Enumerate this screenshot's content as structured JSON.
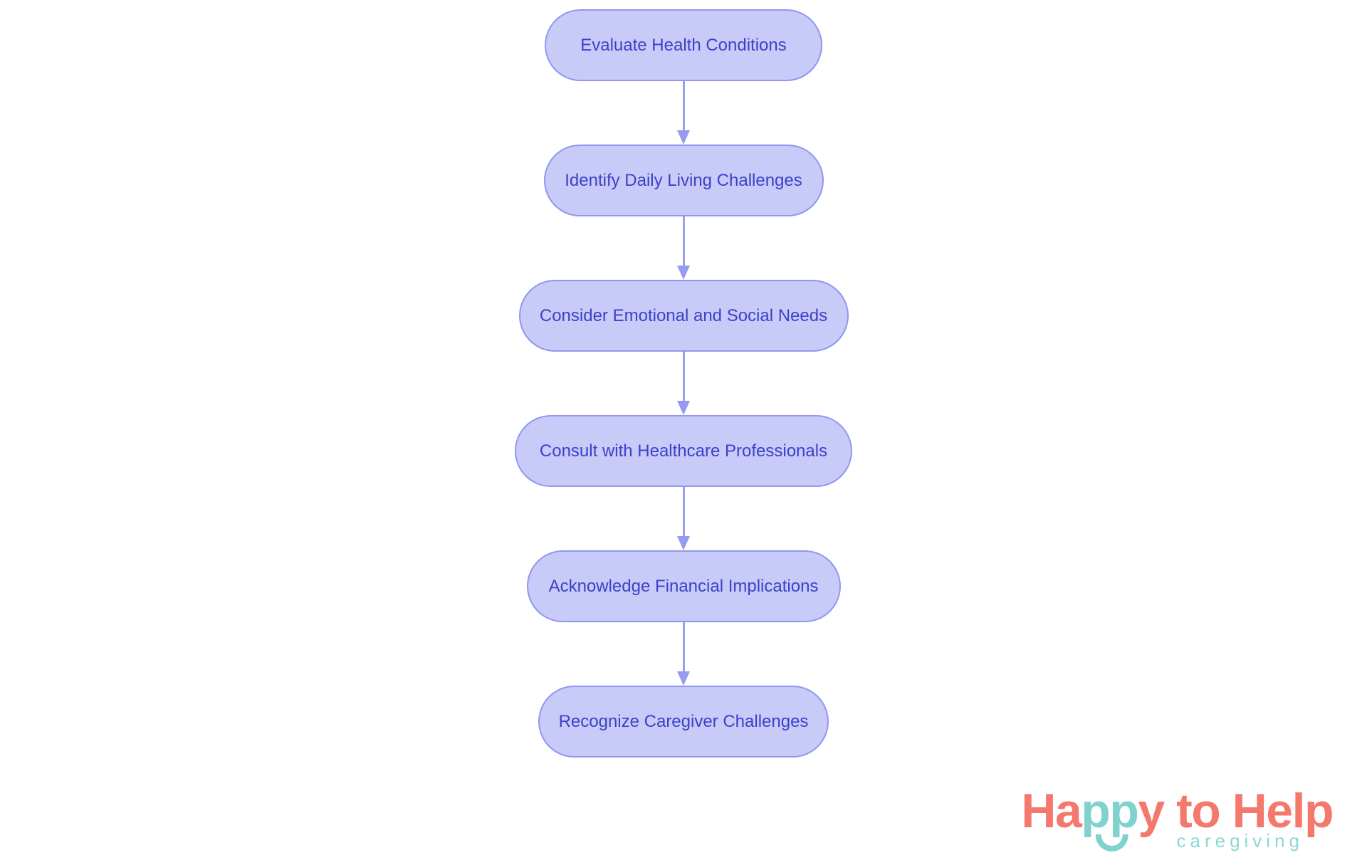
{
  "page": {
    "background_color": "#ffffff"
  },
  "flowchart": {
    "type": "vertical-flow",
    "nodes": [
      {
        "label": "Evaluate Health Conditions"
      },
      {
        "label": "Identify Daily Living Challenges"
      },
      {
        "label": "Consider Emotional and Social Needs"
      },
      {
        "label": "Consult with Healthcare Professionals"
      },
      {
        "label": "Acknowledge Financial Implications"
      },
      {
        "label": "Recognize Caregiver Challenges"
      }
    ],
    "colors": {
      "node_fill": "#C8CAF8",
      "node_border": "#9197F0",
      "node_text": "#3D41C8",
      "arrow": "#959BF0"
    }
  },
  "logo": {
    "line1": {
      "part1": "Ha",
      "part2_teal": "pp",
      "part3": "y to Help"
    },
    "tagline": "caregiving",
    "colors": {
      "coral": "#F4796C",
      "teal": "#7FD2CD",
      "tagline_teal": "#8BD7D2"
    }
  }
}
